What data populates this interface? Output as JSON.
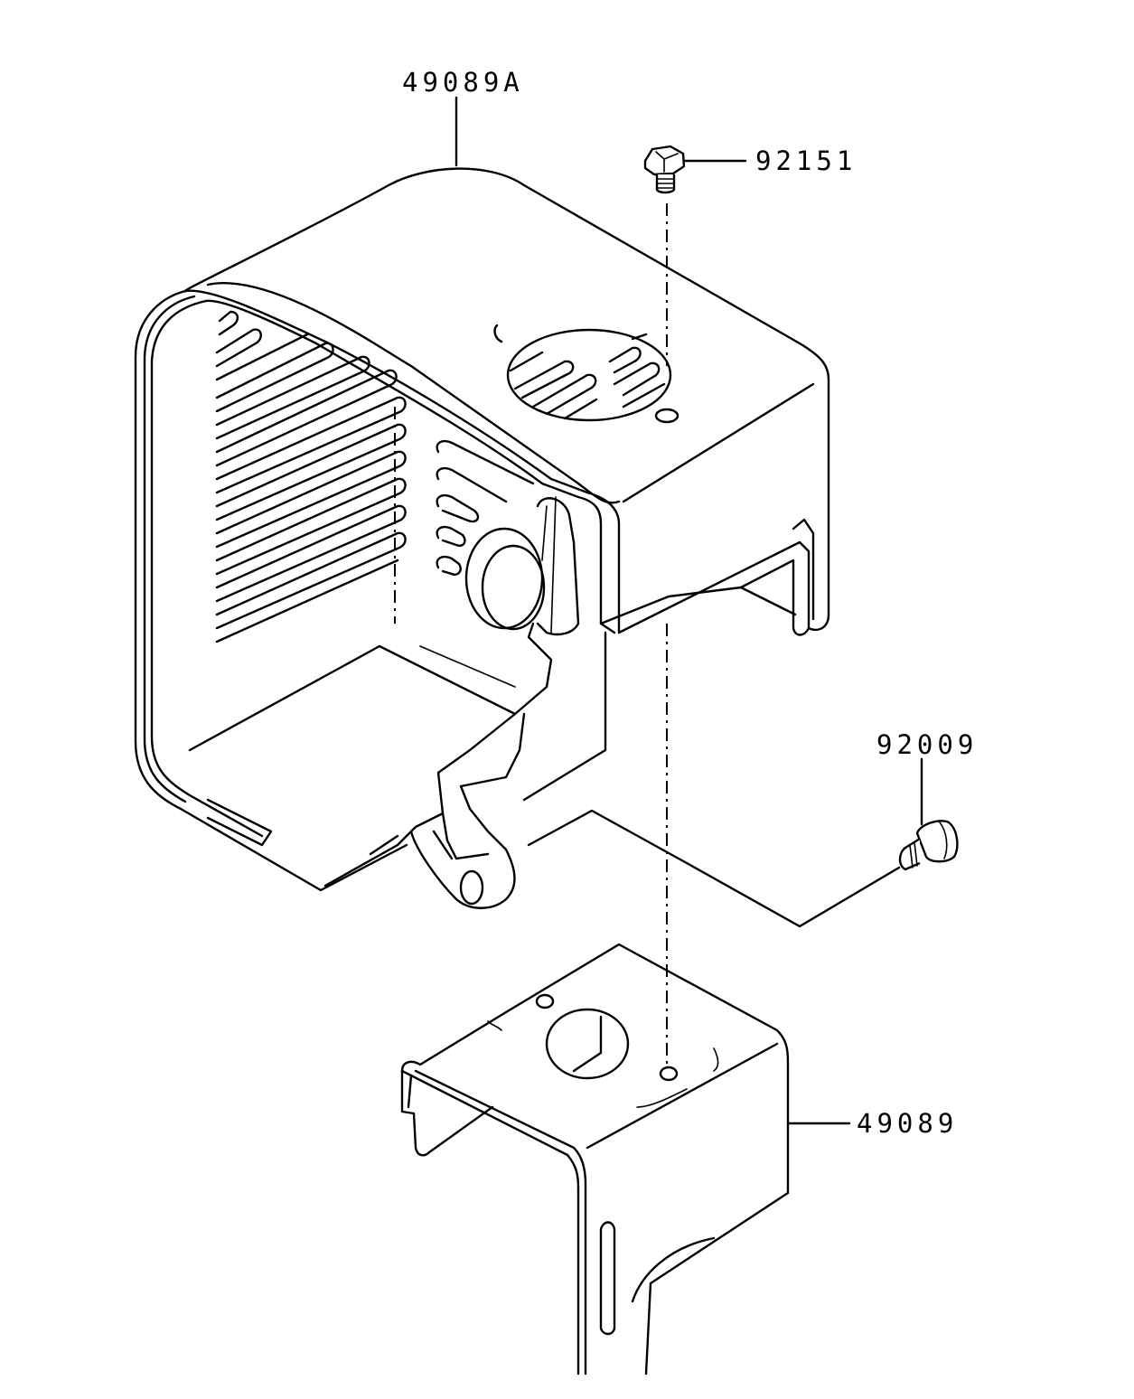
{
  "labels": {
    "cover": "49089A",
    "bolt": "92151",
    "screw": "92009",
    "bracket": "49089"
  },
  "colors": {
    "line": "#000000",
    "background": "#ffffff"
  }
}
